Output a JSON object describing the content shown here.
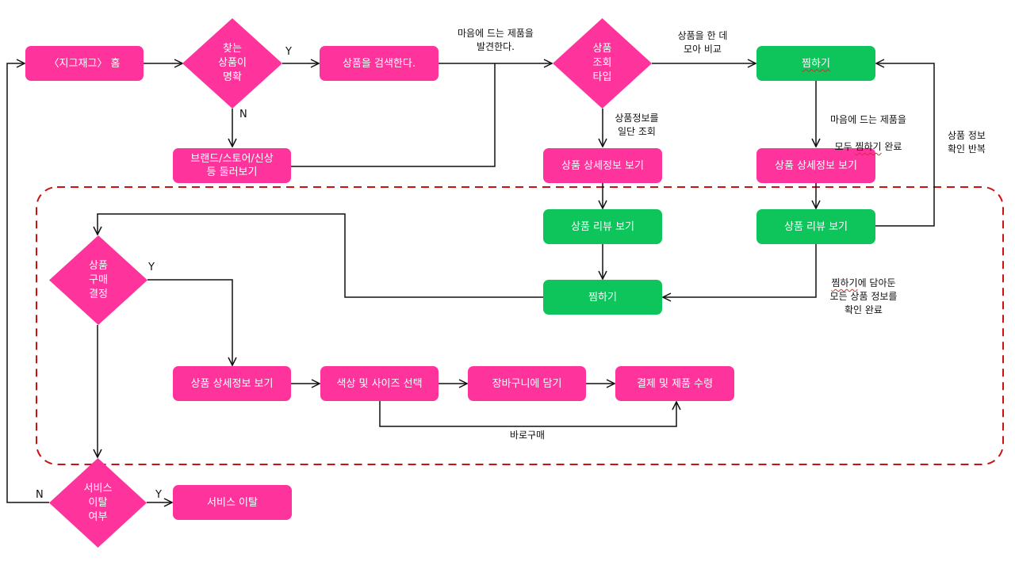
{
  "colors": {
    "process_pink": "#ff339c",
    "process_green": "#0dc55a",
    "group_border": "#cc1111",
    "connector": "#111111"
  },
  "nodes": {
    "home": "〈지그재그〉 홈",
    "search": "상품을 검색한다.",
    "browse": "브랜드/스토어/신상\n등 둘러보기",
    "detail_top_mid": "상품 상세정보 보기",
    "wishlist_top": "찜하기",
    "detail_top_right": "상품 상세정보 보기",
    "review_mid": "상품 리뷰 보기",
    "review_right": "상품 리뷰 보기",
    "wishlist_mid": "찜하기",
    "detail_bottom": "상품 상세정보 보기",
    "select_option": "색상 및 사이즈 선택",
    "add_cart": "장바구니에 담기",
    "checkout": "결제 및 제품 수령",
    "churn": "서비스 이탈"
  },
  "decisions": {
    "clear_target": "찾는\n상품이\n명확",
    "view_type": "상품\n조회\n타입",
    "purchase_decision": "상품\n구매\n결정",
    "churn_check": "서비스\n이탈\n여부"
  },
  "edge_labels": {
    "found_product": "마음에 드는 제품을\n발견한다.",
    "compare": "상품을 한 데\n모아 비교",
    "view_first": "상품정보를\n일단 조회",
    "wishlist_done_line1": "마음에 드는 제품을",
    "wishlist_done_line2_a": "모두 ",
    "wishlist_done_line2_b": "찜하기",
    "wishlist_done_line2_c": " 완료",
    "repeat_check": "상품 정보\n확인 반복",
    "all_checked_a": "찜하기",
    "all_checked_b": "에 담아둔\n모든 상품 정보를\n확인 완료",
    "direct_buy": "바로구매"
  },
  "branch_labels": {
    "yes": "Y",
    "no": "N"
  }
}
